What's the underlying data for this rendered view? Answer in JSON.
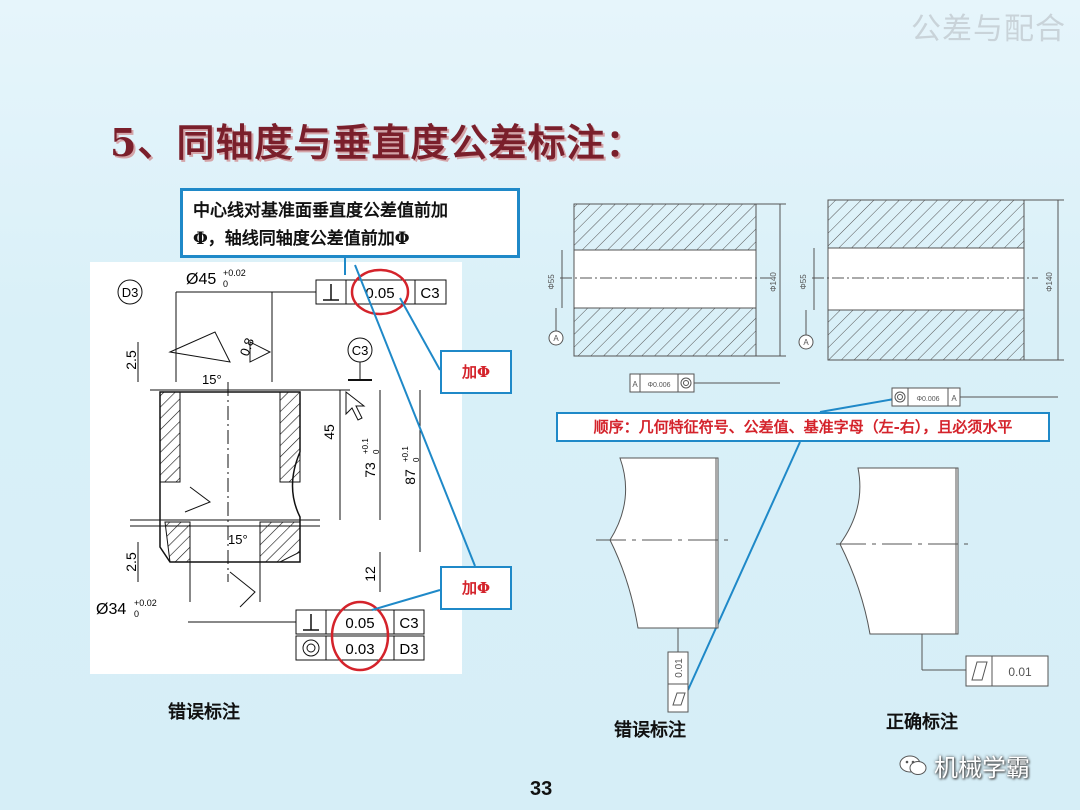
{
  "header_tag": "公差与配合",
  "title": "5、同轴度与垂直度公差标注：",
  "callout": {
    "line1": "中心线对基准面垂直度公差值前加",
    "line2": "Φ，轴线同轴度公差值前加Φ"
  },
  "add_label_1": "加Φ",
  "add_label_2": "加Φ",
  "rule_text": "顺序：几何特征符号、公差值、基准字母（左-右），且必须水平",
  "left_drawing": {
    "datum_D3": "D3",
    "datum_C3": "C3",
    "dia45": "Ø45",
    "dia45_tol_upper": "+0.02",
    "dia45_tol_lower": "0",
    "dia34": "Ø34",
    "dia34_tol_upper": "+0.02",
    "dia34_tol_lower": "0",
    "frame_top_value": "0.05",
    "frame_top_datum": "C3",
    "frame_bottom_value1": "0.05",
    "frame_bottom_datum1": "C3",
    "frame_bottom_value2": "0.03",
    "frame_bottom_datum2": "D3",
    "dim_2_5_top": "2.5",
    "dim_2_5_bottom": "2.5",
    "dim_45": "45",
    "dim_73": "73",
    "dim_73_tol_upper": "+0.1",
    "dim_73_tol_lower": "0",
    "dim_87": "87",
    "dim_87_tol_upper": "+0.1",
    "dim_87_tol_lower": "0",
    "dim_12": "12",
    "angle_15_top": "15°",
    "angle_15_bottom": "15°",
    "roughness_0_8": "0.8"
  },
  "right_drawings": {
    "dim_55": "Φ55",
    "dim_140": "Φ140",
    "datum_A": "A",
    "wrong_frame_value": "Φ0.006",
    "right_frame_value": "Φ0.006",
    "frame_datum": "A",
    "wrong_flat_value": "0.01",
    "right_flat_value": "0.01"
  },
  "captions": {
    "left": "错误标注",
    "middle": "错误标注",
    "right": "正确标注"
  },
  "page_number": "33",
  "brand": "机械学霸",
  "colors": {
    "title": "#7a1f2b",
    "callout_border": "#1f89c8",
    "red_text": "#d4232b"
  }
}
